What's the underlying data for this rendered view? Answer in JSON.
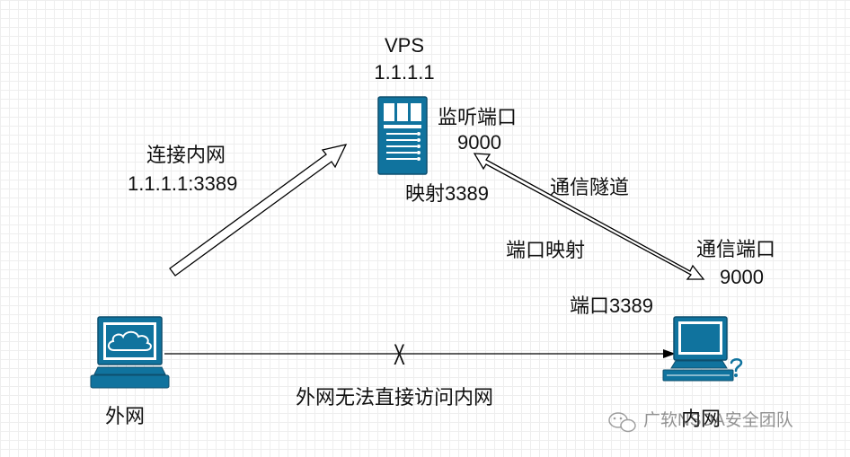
{
  "vps": {
    "name": "VPS",
    "ip": "1.1.1.1",
    "listen_label": "监听端口",
    "listen_port": "9000",
    "map_label": "映射3389"
  },
  "external": {
    "label": "外网"
  },
  "internal": {
    "label": "内网",
    "port_label": "端口3389",
    "comm_label": "通信端口",
    "comm_port": "9000"
  },
  "edges": {
    "connect_label": "连接内网",
    "connect_addr": "1.1.1.1:3389",
    "tunnel_label": "通信隧道",
    "portmap_label": "端口映射",
    "blocked_label": "外网无法直接访问内网",
    "blocked_mark": "X"
  },
  "watermark": {
    "text": "广软NSDA安全团队"
  },
  "colors": {
    "device_fill": "#10739e",
    "device_stroke": "#0e4f6e",
    "edge": "#000000"
  },
  "icons": {
    "vps": "server-tower-icon",
    "external": "cloud-computer-icon",
    "internal": "computer-help-icon",
    "watermark": "wechat-icon"
  }
}
